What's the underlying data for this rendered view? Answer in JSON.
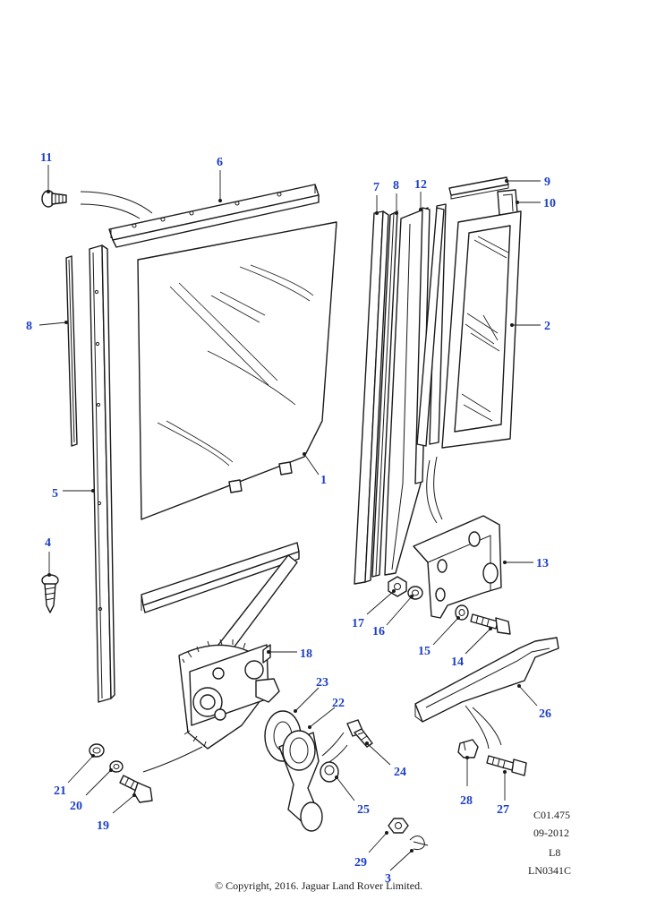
{
  "diagram": {
    "callouts": [
      "11",
      "6",
      "7",
      "8",
      "12",
      "9",
      "10",
      "8",
      "2",
      "1",
      "5",
      "4",
      "13",
      "17",
      "16",
      "15",
      "14",
      "18",
      "23",
      "22",
      "26",
      "24",
      "21",
      "20",
      "19",
      "25",
      "28",
      "27",
      "29",
      "3"
    ],
    "info": {
      "code": "C01.475",
      "date": "09-2012",
      "level": "L8",
      "ref": "LN0341C"
    },
    "copyright": "© Copyright, 2016. Jaguar Land Rover Limited."
  }
}
